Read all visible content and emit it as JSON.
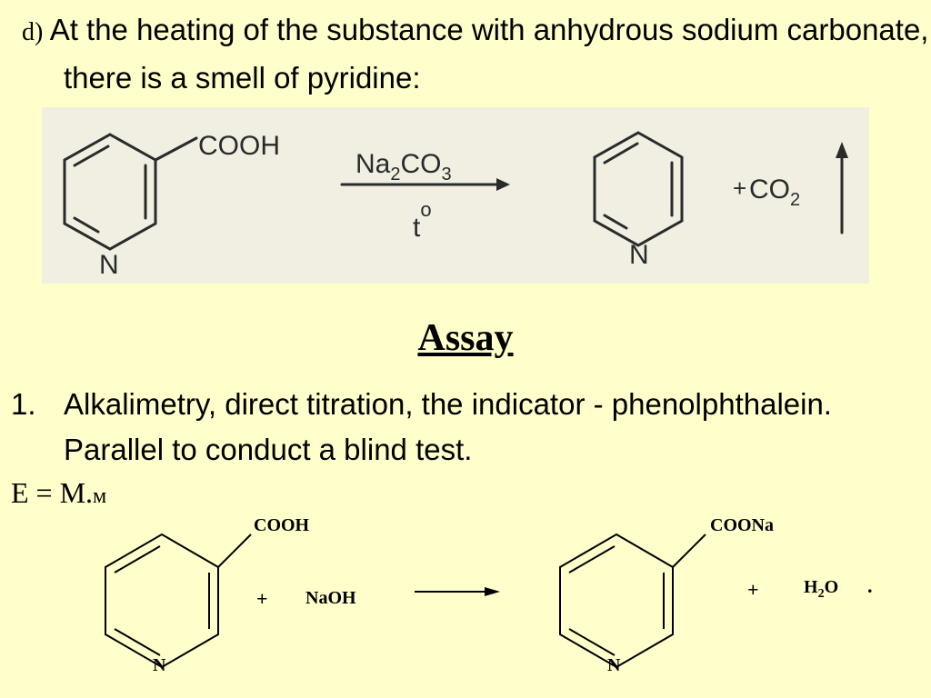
{
  "section_d": {
    "letter": "d)",
    "text": "At the heating of the substance with anhydrous sodium carbonate, there is a smell of pyridine:"
  },
  "reaction1": {
    "substituent": "COOH",
    "ring_atom": "N",
    "reagent": "Na",
    "reagent_sub": "2",
    "reagent_tail": "CO",
    "reagent_sub2": "3",
    "condition": "t",
    "condition_sup": "o",
    "product_ring_atom": "N",
    "plus": "+",
    "gas": "CO",
    "gas_sub": "2"
  },
  "assay": {
    "title": "Assay",
    "items": [
      {
        "num": "1.",
        "text": "Alkalimetry, direct titration, the indicator - phenolphthalein. Parallel to conduct a blind test."
      }
    ],
    "equivalent": {
      "prefix": "E = M.",
      "suffix": "м"
    }
  },
  "reaction2": {
    "reactant_substituent": "COOH",
    "reactant_ring_atom": "N",
    "plus1": "+",
    "reagent": "NaOH",
    "product_substituent": "COONa",
    "product_ring_atom": "N",
    "plus2": "+",
    "water": "H",
    "water_sub": "2",
    "water_tail": "O",
    "end": "."
  }
}
